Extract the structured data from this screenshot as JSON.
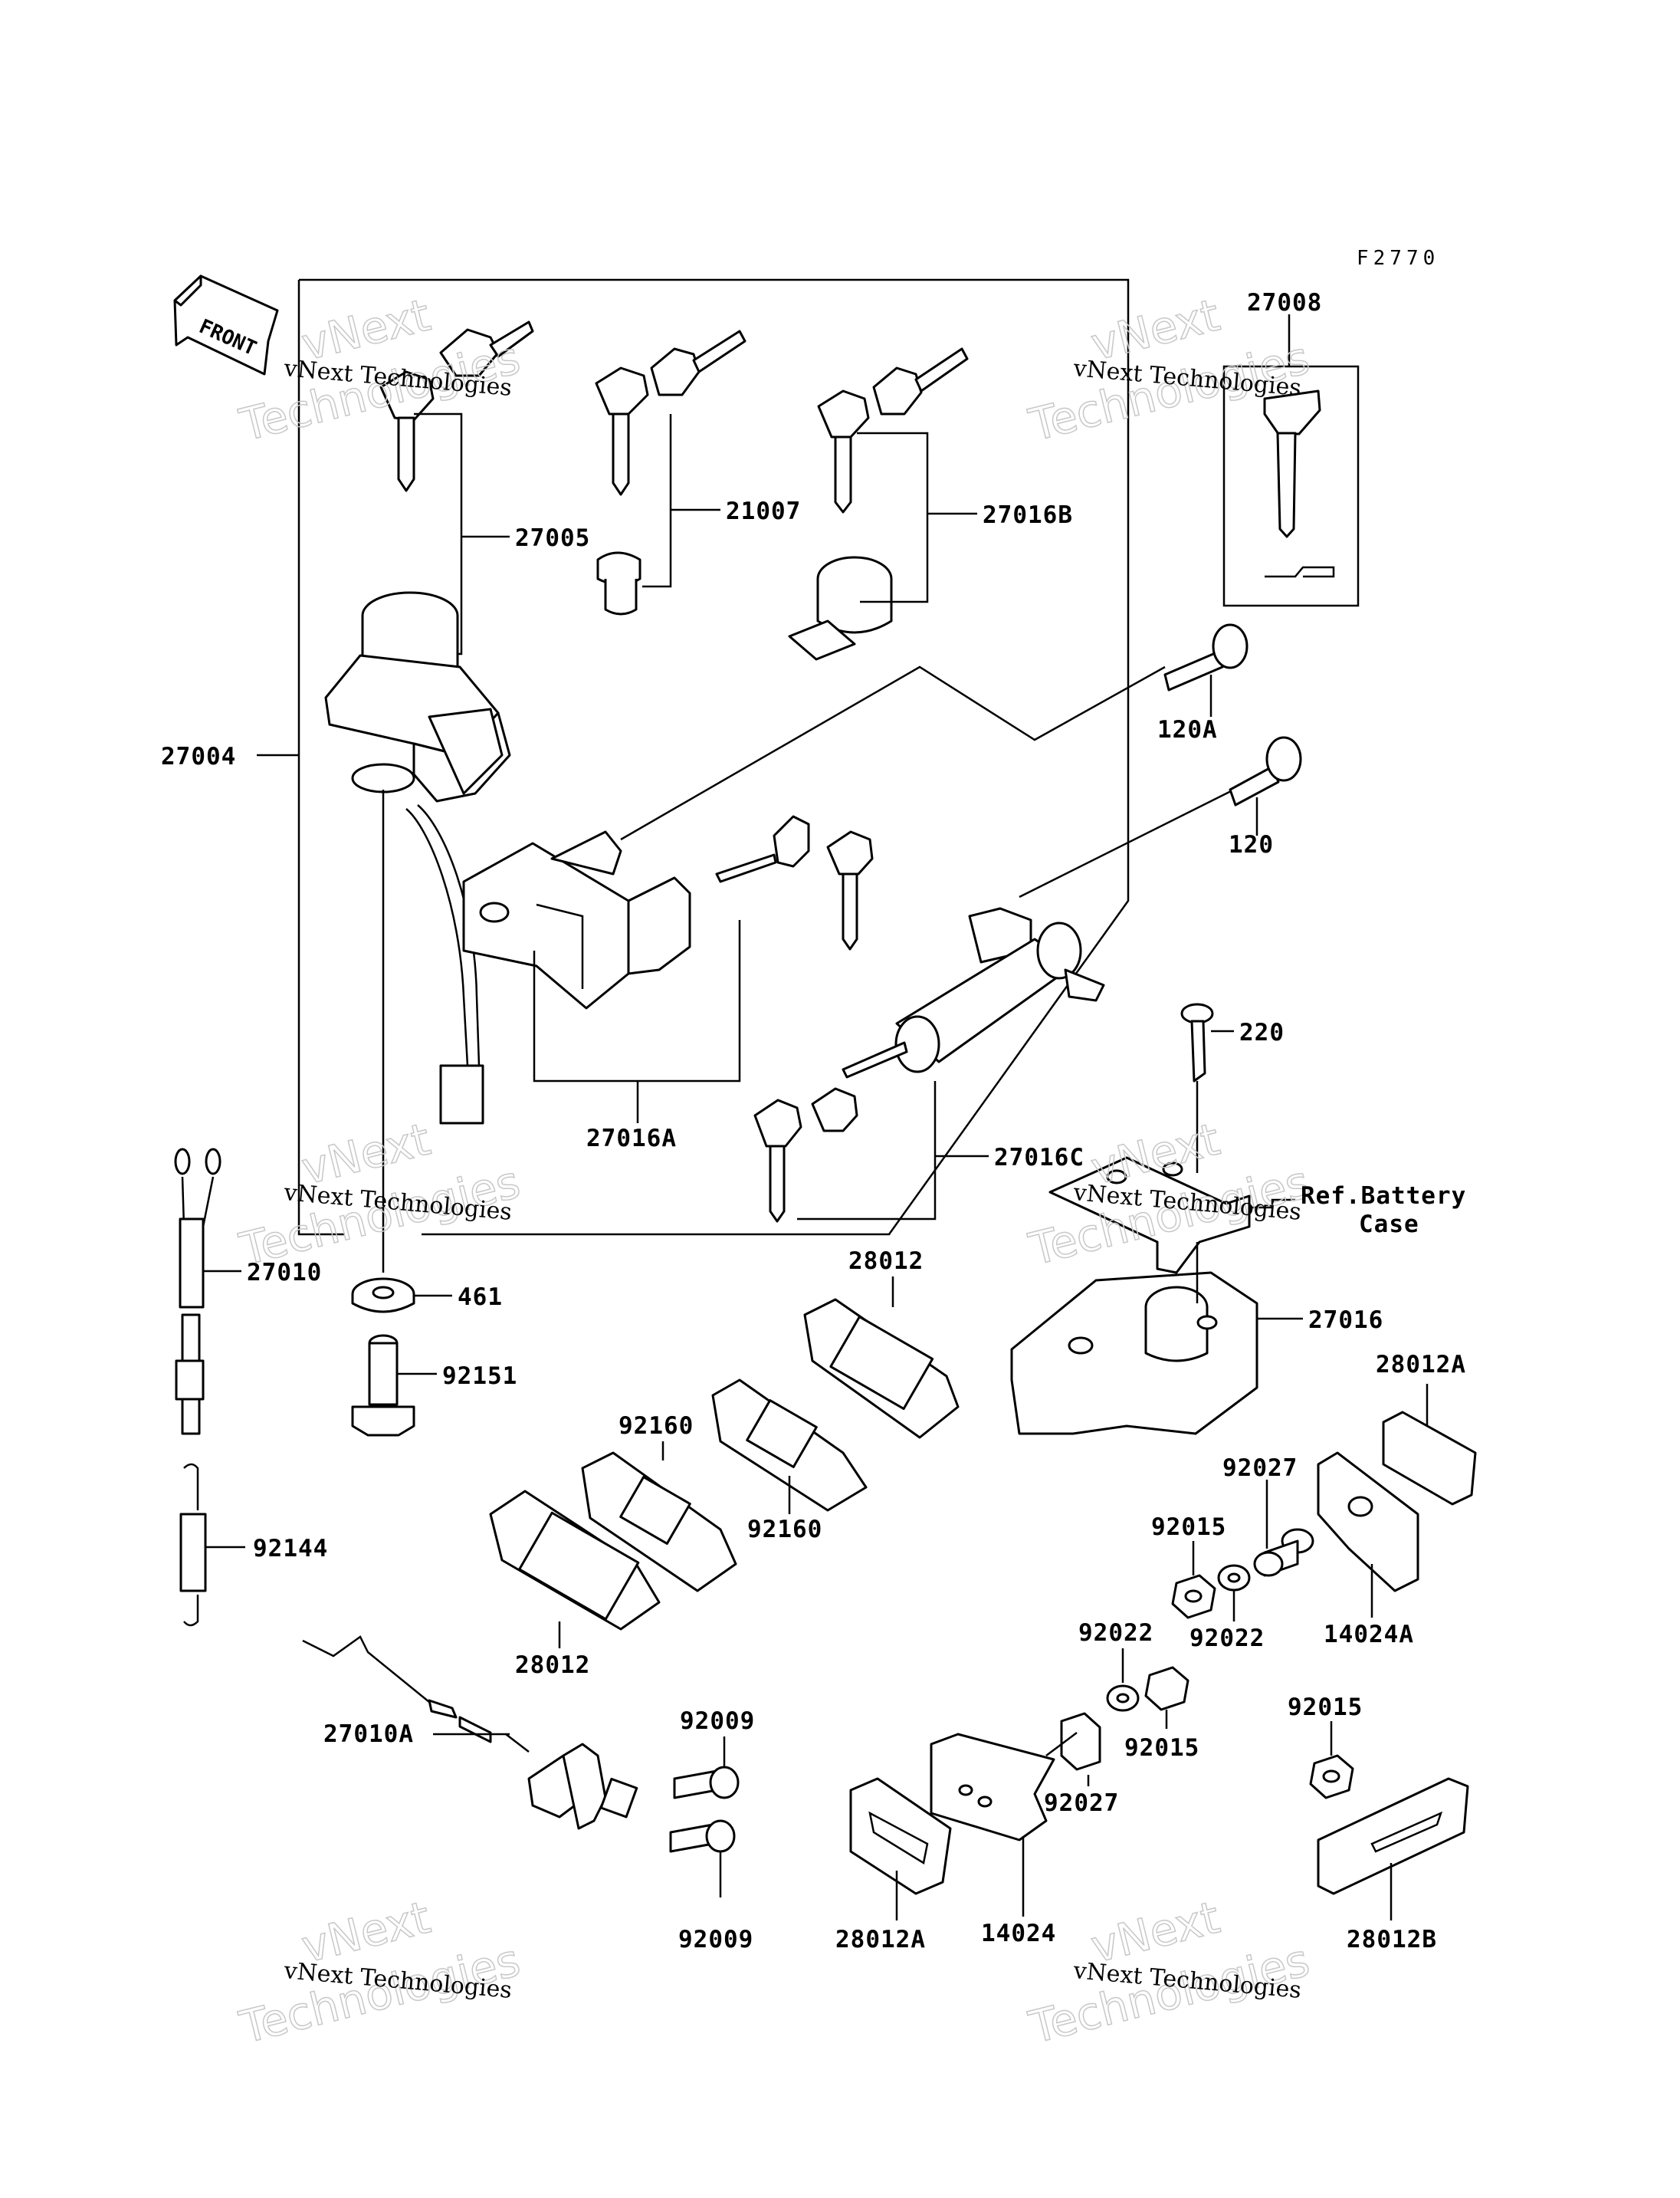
{
  "diagram_code": "F2770",
  "front_label": "FRONT",
  "watermark": {
    "line1": "vNext Technologies",
    "line2": "vNext",
    "line3": "Technologies"
  },
  "parts": {
    "p27008": "27008",
    "p27005": "27005",
    "p21007": "21007",
    "p27016B": "27016B",
    "p27004": "27004",
    "p120A": "120A",
    "p120": "120",
    "p220": "220",
    "p27016A": "27016A",
    "p27016C": "27016C",
    "p27010": "27010",
    "p461": "461",
    "p92151": "92151",
    "p28012_top": "28012",
    "p27016": "27016",
    "p28012A_right": "28012A",
    "p92160_a": "92160",
    "p92160_b": "92160",
    "p92027_a": "92027",
    "p92015_a": "92015",
    "p92144": "92144",
    "p92022_a": "92022",
    "p14024A": "14024A",
    "p28012_bottom": "28012",
    "p92022_b": "92022",
    "p92009_a": "92009",
    "p92015_b": "92015",
    "p92015_c": "92015",
    "p27010A": "27010A",
    "p92027_b": "92027",
    "p14024": "14024",
    "p28012A_bottom": "28012A",
    "p92009_b": "92009",
    "p28012B": "28012B"
  },
  "reference": {
    "line1": "Ref.Battery",
    "line2": "Case"
  }
}
